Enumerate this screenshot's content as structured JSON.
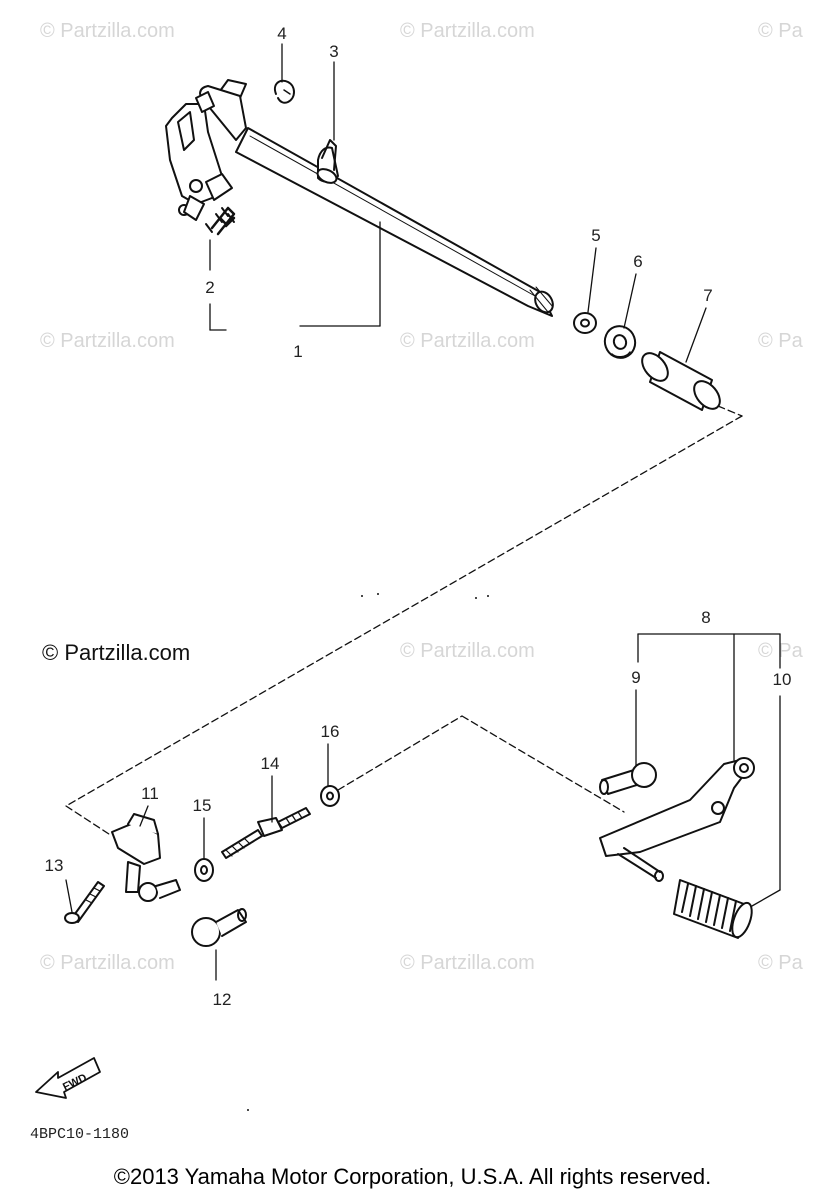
{
  "watermarks": {
    "text": "© Partzilla.com",
    "clipped": "© Pa",
    "main": "© Partzilla.com"
  },
  "callouts": [
    "1",
    "2",
    "3",
    "4",
    "5",
    "6",
    "7",
    "8",
    "9",
    "10",
    "11",
    "12",
    "13",
    "14",
    "15",
    "16"
  ],
  "fwd_label": "FWD",
  "diagram_code": "4BPC10-1180",
  "copyright": "©2013  Yamaha Motor Corporation, U.S.A. All rights reserved.",
  "colors": {
    "line": "#111111",
    "watermark": "#d6d6d6",
    "background": "#ffffff"
  }
}
